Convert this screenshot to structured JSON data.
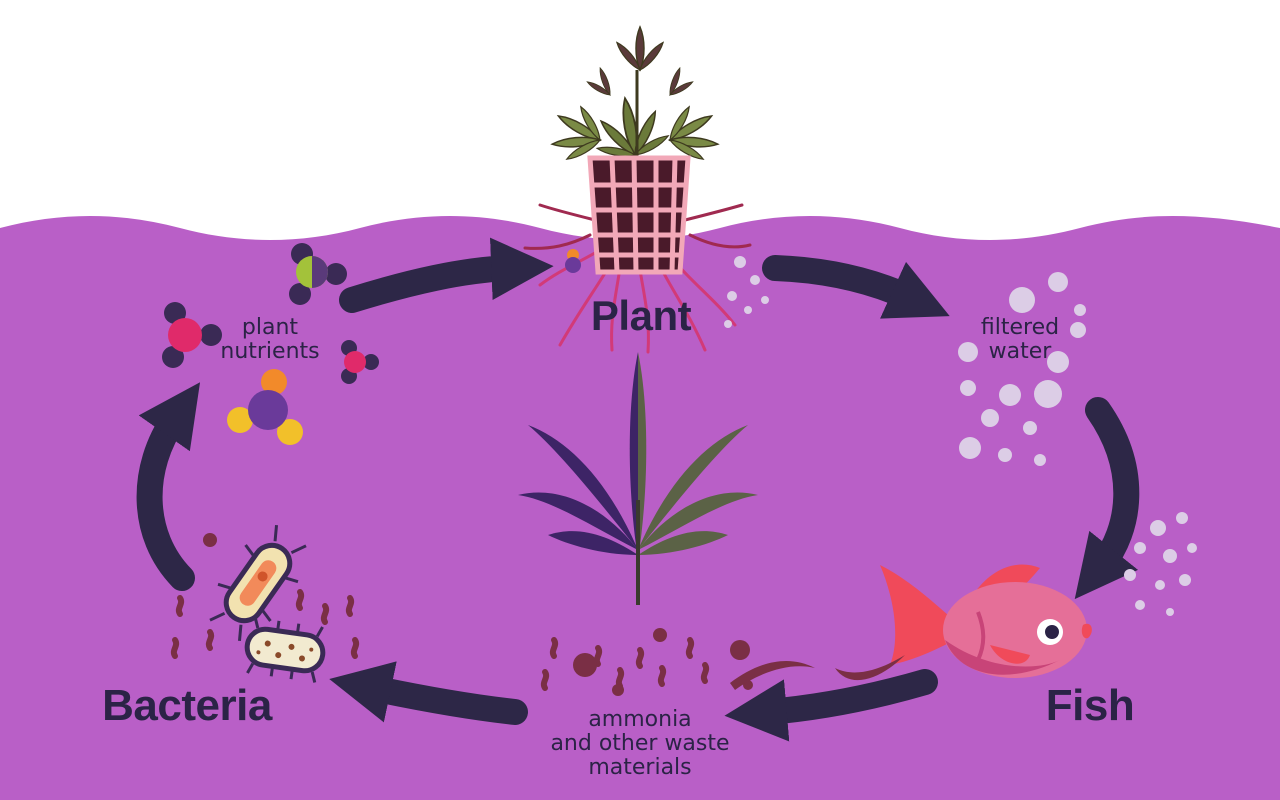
{
  "nodes": {
    "plant": {
      "label": "Plant"
    },
    "fish": {
      "label": "Fish"
    },
    "bacteria": {
      "label": "Bacteria"
    }
  },
  "edge_labels": {
    "nutrients": [
      "plant",
      "nutrients"
    ],
    "water": [
      "filtered",
      "water"
    ],
    "waste": [
      "ammonia",
      "and other waste",
      "materials"
    ]
  },
  "colors": {
    "water": "#b95fc7",
    "arrow": "#2d2747",
    "text": "#2b2346",
    "fish_body": "#e56f98",
    "fish_fin": "#f04a5a",
    "leaf_dark": "#3d2466",
    "leaf_green": "#5b6246",
    "root": "#d23a78",
    "bubble": "#dccde6",
    "waste": "#7a2f45"
  }
}
